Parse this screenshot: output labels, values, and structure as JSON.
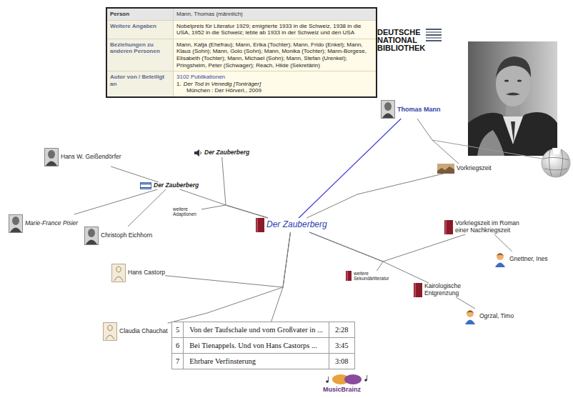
{
  "diagram": {
    "nodes": [
      {
        "text": [
          "Person",
          "Mann, Thomas (männlich)",
          "Weitere Angaben",
          "Nobelpreis für Literatur 1929; emigrierte 1933 in die Schweiz, 1938 in die USA, 1952 in die Schweiz; lebte ab 1933 in der Schweiz und den USA",
          "Beziehungen zu anderen Personen",
          "Mann, Katja (Ehefrau); Mann, Erika (Tochter); Mann, Frido (Enkel); Mann, Klaus (Sohn); Mann, Golo (Sohn); Mann, Monika (Tochter); Mann-Borgese, Elisabeth (Tochter); Mann, Michael (Sohn); Mann, Stefan (Urenkel); Pringsheim, Peter (Schwager); Reach, Hilde (Sekretärin)",
          "Autor von / Beteiligt an",
          "3102 Publikationen",
          "1.",
          "Der Tod in Venedig [Tonträger]",
          "München : Der Hörverl., 2009"
        ]
      },
      {
        "text": [
          "Thomas Mann"
        ]
      },
      {
        "text": [
          "Vorkriegszeit"
        ]
      },
      {
        "text": [
          "Hans W. Geißendörfer"
        ]
      },
      {
        "text": [
          "Der Zauberberg"
        ]
      },
      {
        "text": [
          "Der Zauberberg"
        ]
      },
      {
        "text": [
          "weitere Adaptionen"
        ]
      },
      {
        "text": [
          "Marie-France Pisier"
        ]
      },
      {
        "text": [
          "Der Zauberberg"
        ]
      },
      {
        "text": [
          "Vorkriegszeit im Roman einer Nachkriegszeit"
        ]
      },
      {
        "text": [
          "Christoph Eichhorn"
        ]
      },
      {
        "text": [
          "Gnettner, Ines"
        ]
      },
      {
        "text": [
          "Hans Castorp"
        ]
      },
      {
        "text": [
          "weitere Sekundärliteratur"
        ]
      },
      {
        "text": [
          "Kairologische Entgrenzung"
        ]
      },
      {
        "text": [
          "Ogrzal, Timo"
        ]
      },
      {
        "text": [
          "Claudia Chauchat"
        ]
      },
      {
        "text": [
          "5",
          "Von der Taufschale und vom Großvater in ...",
          "2:28",
          "6",
          "Bei Tienappels. Und von Hans Castorps ...",
          "3:45",
          "7",
          "Ehrbare Verfinsterung",
          "3:08"
        ]
      }
    ],
    "edges": [
      {
        "from": 8,
        "to": 1,
        "arrow": "none"
      },
      {
        "from": 8,
        "to": 2,
        "arrow": "none"
      },
      {
        "from": 2,
        "to": 1,
        "arrow": "none"
      },
      {
        "from": 8,
        "to": 4,
        "arrow": "none"
      },
      {
        "from": 8,
        "to": 5,
        "arrow": "none"
      },
      {
        "from": 8,
        "to": 6,
        "arrow": "none"
      },
      {
        "from": 5,
        "to": 3,
        "arrow": "none"
      },
      {
        "from": 5,
        "to": 7,
        "arrow": "none"
      },
      {
        "from": 5,
        "to": 10,
        "arrow": "none"
      },
      {
        "from": 8,
        "to": 9,
        "arrow": "none"
      },
      {
        "from": 8,
        "to": 13,
        "arrow": "none"
      },
      {
        "from": 8,
        "to": 14,
        "arrow": "none"
      },
      {
        "from": 9,
        "to": 11,
        "arrow": "none"
      },
      {
        "from": 14,
        "to": 15,
        "arrow": "none"
      },
      {
        "from": 8,
        "to": 12,
        "arrow": "none"
      },
      {
        "from": 8,
        "to": 16,
        "arrow": "none"
      },
      {
        "from": 8,
        "to": 17,
        "arrow": "none"
      }
    ],
    "labels": [
      "DEUTSCHE NATIONAL BIBLIOTHEK",
      "MusicBrainz"
    ]
  }
}
